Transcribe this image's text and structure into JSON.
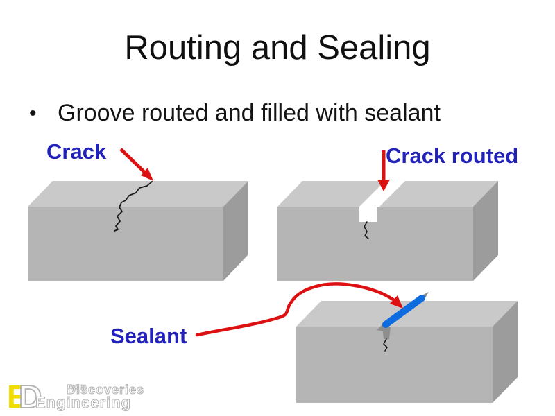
{
  "slide": {
    "title": "Routing and Sealing",
    "bullet_glyph": "•",
    "bullet": "Groove routed and filled with sealant"
  },
  "labels": {
    "crack": "Crack",
    "crack_routed": "Crack routed",
    "sealant": "Sealant"
  },
  "logo": {
    "letter_e": "E",
    "letter_d": "D",
    "brand": "Discoveries",
    "brand_suffix": ".com",
    "subtitle": "Engineering"
  },
  "colors": {
    "label_blue": "#2222bb",
    "arrow_red": "#dd1111",
    "sealant_blue": "#0f6be0",
    "block_top": "#c9c9c9",
    "block_front": "#b5b5b5",
    "block_side": "#9c9c9c",
    "groove_white": "#ffffff",
    "groove_shadow": "#8e8e8e",
    "crack_black": "#1a1a1a",
    "logo_yellow": "#f2dc00",
    "logo_gray": "#b3b3b3"
  }
}
